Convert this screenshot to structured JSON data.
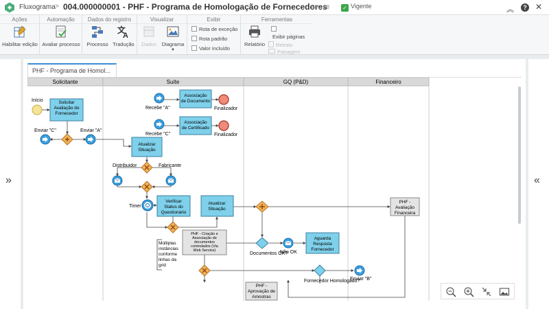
{
  "header": {
    "root": "Fluxograma",
    "separator": ">",
    "title": "004.000000001 - PHF - Programa de Homologação de Fornecedores",
    "revision": "Rev. 08",
    "status": "Vigente"
  },
  "ribbon": {
    "groups": [
      {
        "title": "Ações"
      },
      {
        "title": "Automação"
      },
      {
        "title": "Dados do registro"
      },
      {
        "title": "Visualizar"
      },
      {
        "title": "Exibir"
      },
      {
        "title": "Ferramentas"
      }
    ],
    "buttons": {
      "habilitar": "Habilitar edição",
      "avaliar": "Avaliar processo",
      "processo": "Processo",
      "traducao": "Tradução",
      "dados": "Dados",
      "diagrama": "Diagrama",
      "relatorio": "Relatório"
    },
    "checks": {
      "rota_excecao": "Rota de exceção",
      "rota_padrao": "Rota padrão",
      "valor_incluido": "Valor incluído",
      "exibir_paginas": "Exibir páginas",
      "retrato": "Retrato",
      "paisagem": "Paisagem"
    }
  },
  "tab": {
    "label": "PHF - Programa de Homol..."
  },
  "lanes": [
    "Solicitante",
    "Suíte",
    "GQ (P&D)",
    "Financeiro"
  ],
  "diagram": {
    "labels": {
      "inicio": "Início",
      "enviar_c": "Enviar \"C\"",
      "enviar_a": "Enviar \"A\"",
      "recebe_a": "Recebe \"A\"",
      "recebe_c": "Recebe \"C\"",
      "finalizador1": "Finalizador",
      "finalizador2": "Finalizador",
      "distribuidor": "Distribuidor",
      "fabricante": "Fabricante",
      "timer": "Timer",
      "documentos_ok": "Documentos OK?",
      "nao_ok": "Não OK",
      "fornecedor_homologado": "Fornecedor Homologado?",
      "enviar_b": "Enviar \"B\""
    },
    "tasks": {
      "solicitar": [
        "Solicitar",
        "Avaliação do",
        "Fornecedor"
      ],
      "assoc_doc": [
        "Associação",
        "de Documento"
      ],
      "assoc_cert": [
        "Associação",
        "de Certificado"
      ],
      "atualizar1": [
        "Atualizar",
        "Situação"
      ],
      "verificar": [
        "Verificar",
        "Status do",
        "Questionário"
      ],
      "atualizar2": [
        "Atualizar",
        "Situação"
      ],
      "aguarda": [
        "Aguarda",
        "Resposta",
        "Fornecedor"
      ],
      "phf_avaliacao": [
        "PHF -",
        "Avaliação",
        "Financeira"
      ],
      "phf_criacao": [
        "PHF - Criação e",
        "Associação de",
        "documentos",
        "controlados (Via",
        "Web Service)"
      ],
      "phf_aprovacao": [
        "PHF -",
        "Aprovação de",
        "Amostras"
      ]
    },
    "annotation": [
      "Múltiplas",
      "instâncias",
      "conforme",
      "linhas da",
      "grid"
    ]
  }
}
